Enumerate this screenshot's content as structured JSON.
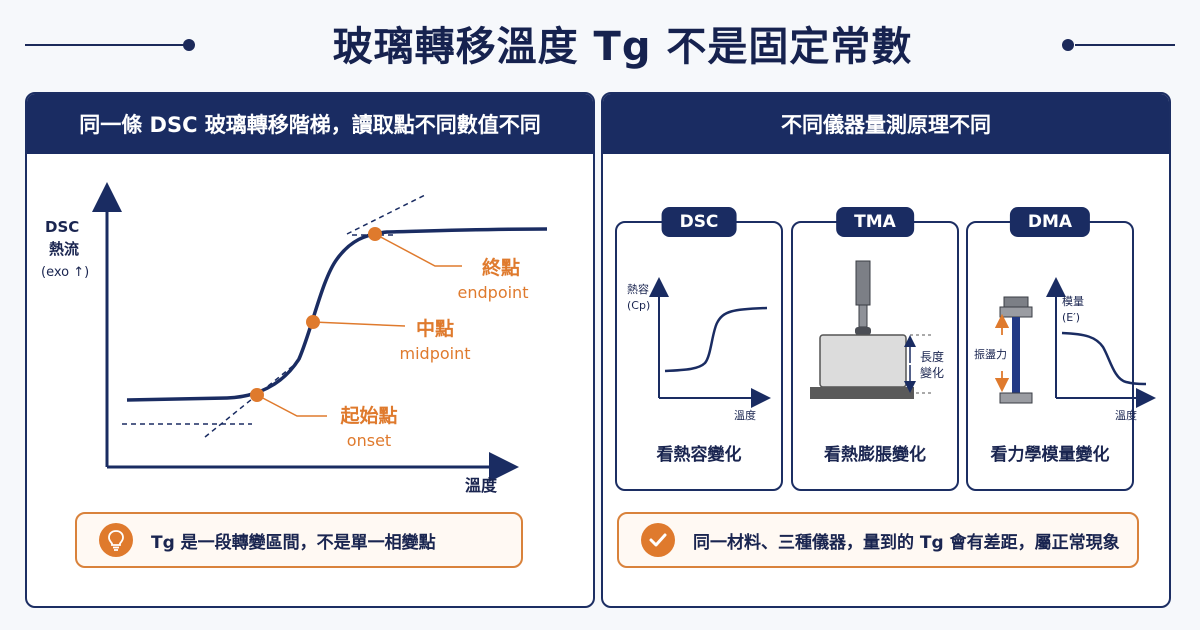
{
  "title": "玻璃轉移溫度 Tg 不是固定常數",
  "left_panel": {
    "header": "同一條 DSC 玻璃轉移階梯，讀取點不同數值不同",
    "y_axis_label": [
      "DSC",
      "熱流",
      "(exo ↑)"
    ],
    "x_axis_label": "溫度",
    "points": [
      {
        "zh": "終點",
        "en": "endpoint"
      },
      {
        "zh": "中點",
        "en": "midpoint"
      },
      {
        "zh": "起始點",
        "en": "onset"
      }
    ],
    "note": "Tg 是一段轉變區間，不是單一相變點",
    "icon": "lightbulb-icon"
  },
  "right_panel": {
    "header": "不同儀器量測原理不同",
    "cards": [
      {
        "badge": "DSC",
        "y_label": [
          "熱容",
          "(Cp)"
        ],
        "x_label": "溫度",
        "caption": "看熱容變化"
      },
      {
        "badge": "TMA",
        "side_label": [
          "長度",
          "變化"
        ],
        "caption": "看熱膨脹變化"
      },
      {
        "badge": "DMA",
        "force_label": "振盪力",
        "y_label": [
          "模量",
          "(E′)"
        ],
        "x_label": "溫度",
        "caption": "看力學模量變化"
      }
    ],
    "note": "同一材料、三種儀器，量到的 Tg 會有差距，屬正常現象",
    "icon": "checkmark-icon"
  },
  "colors": {
    "navy": "#1a2c62",
    "orange": "#df7a2d"
  }
}
